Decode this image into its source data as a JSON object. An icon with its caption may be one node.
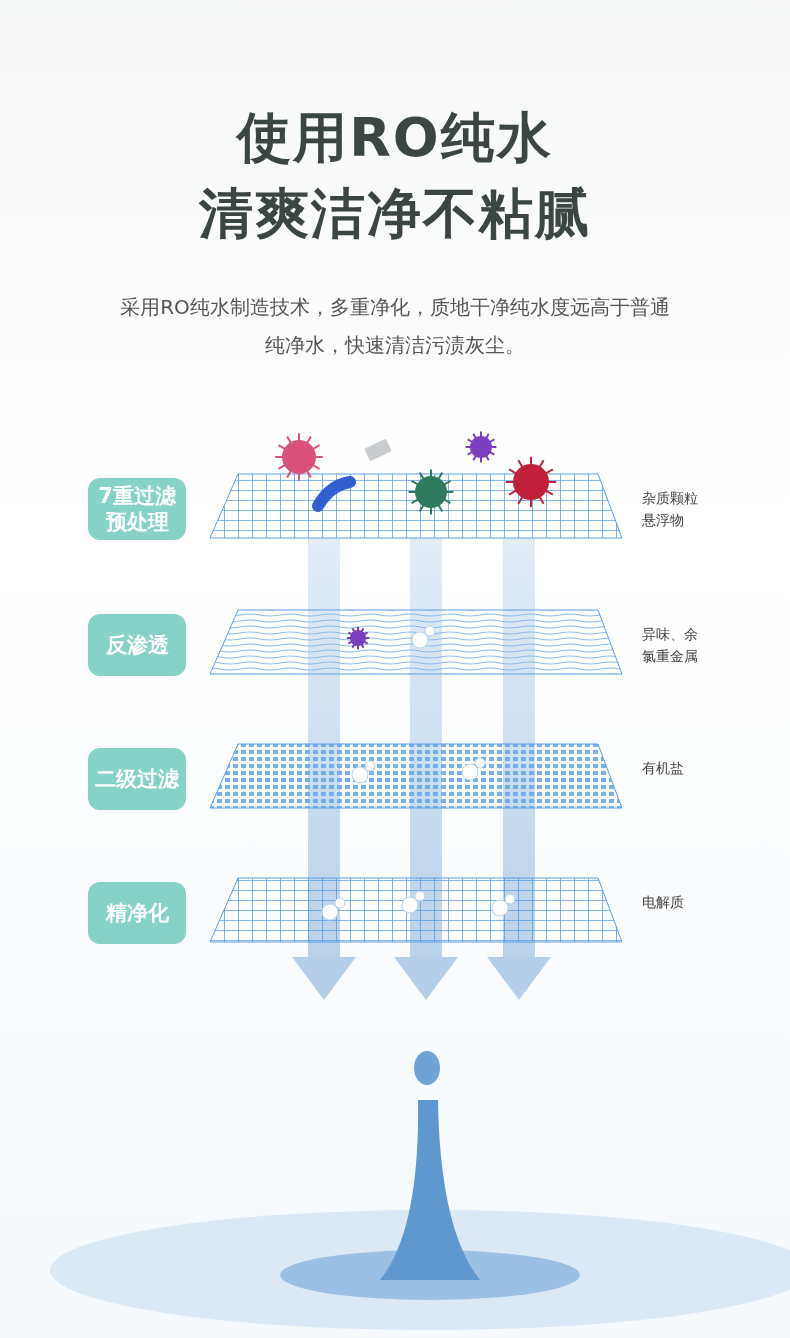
{
  "diagram": {
    "title": "使用RO纯水清爽洁净不粘腻",
    "nodes": [
      {
        "text": [
          "7重过滤预处理"
        ]
      },
      {
        "text": [
          "反渗透"
        ]
      },
      {
        "text": [
          "二级过滤"
        ]
      },
      {
        "text": [
          "精净化"
        ]
      }
    ],
    "labels": [
      "采用RO纯水制造技术，多重净化，质地干净纯水度远高于普通纯净水，快速清洁污渍灰尘。",
      "杂质颗粒悬浮物",
      "异味、余氯重金属",
      "有机盐",
      "电解质"
    ]
  }
}
